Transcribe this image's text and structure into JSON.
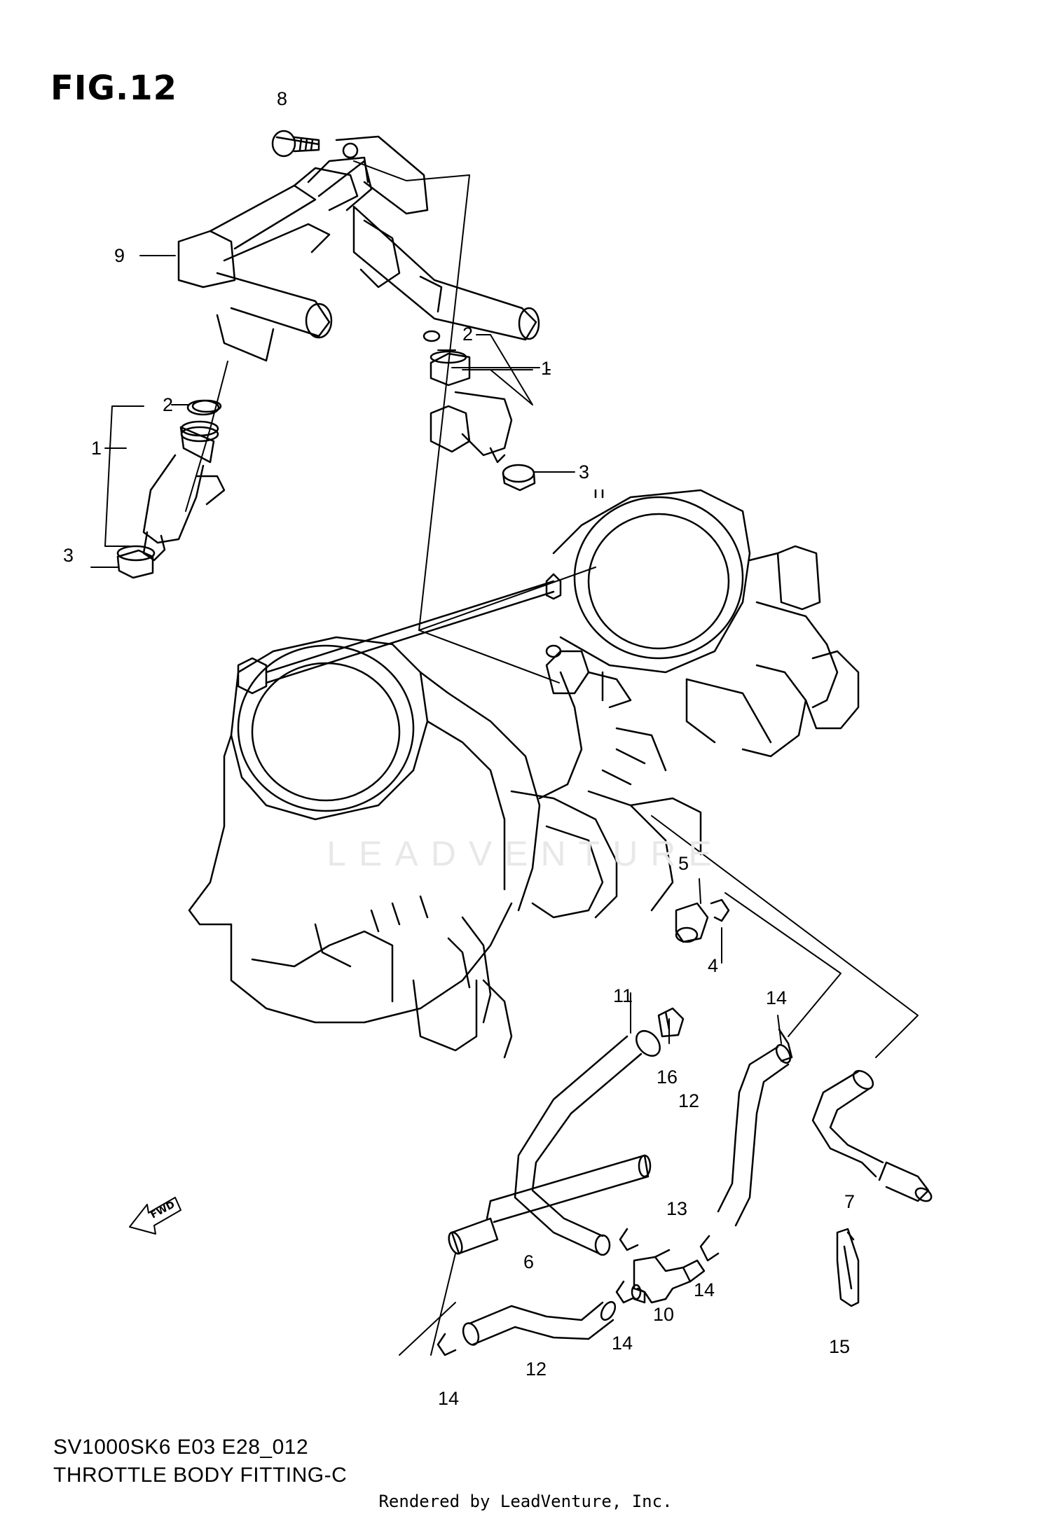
{
  "figure_title": "FIG.12",
  "watermark": "LEADVENTURE",
  "fwd_label": "FWD",
  "caption_line1": "SV1000SK6 E03 E28_012",
  "caption_line2": "THROTTLE BODY FITTING-C",
  "footer": "Rendered by LeadVenture, Inc.",
  "callouts": [
    {
      "id": "c8",
      "text": "8"
    },
    {
      "id": "c9",
      "text": "9"
    },
    {
      "id": "c2a",
      "text": "2"
    },
    {
      "id": "c1a",
      "text": "1"
    },
    {
      "id": "c3a",
      "text": "3"
    },
    {
      "id": "c2b",
      "text": "2"
    },
    {
      "id": "c1b",
      "text": "1"
    },
    {
      "id": "c3b",
      "text": "3"
    },
    {
      "id": "c5",
      "text": "5"
    },
    {
      "id": "c4",
      "text": "4"
    },
    {
      "id": "c11",
      "text": "11"
    },
    {
      "id": "c16",
      "text": "16"
    },
    {
      "id": "c14a",
      "text": "14"
    },
    {
      "id": "c12a",
      "text": "12"
    },
    {
      "id": "c7",
      "text": "7"
    },
    {
      "id": "c13",
      "text": "13"
    },
    {
      "id": "c6",
      "text": "6"
    },
    {
      "id": "c14b",
      "text": "14"
    },
    {
      "id": "c10",
      "text": "10"
    },
    {
      "id": "c14c",
      "text": "14"
    },
    {
      "id": "c15",
      "text": "15"
    },
    {
      "id": "c12b",
      "text": "12"
    },
    {
      "id": "c14d",
      "text": "14"
    }
  ]
}
